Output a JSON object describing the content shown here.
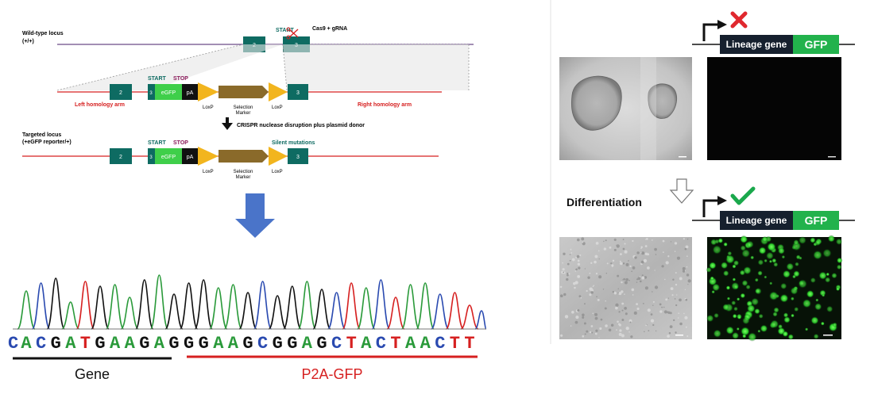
{
  "colors": {
    "exon": "#0e6b62",
    "egfp": "#3fcf4a",
    "pa": "#111111",
    "loxp": "#f2b51e",
    "selection": "#8a6a2a",
    "wt_line": "#6b4b88",
    "arm_line": "#d62020",
    "arm_text": "#d62020",
    "stop_text": "#8a1a5a",
    "start_text": "#0e6b62",
    "blue_arrow": "#4a74c9",
    "gfp_box": "#22b24c",
    "lineage_box": "#16202e",
    "red_x": "#e0282e",
    "green_check": "#1aa84c",
    "base_A": "#2a9a3a",
    "base_C": "#2a4ab0",
    "base_G": "#111111",
    "base_T": "#d62020"
  },
  "top_diagram": {
    "wt_locus_label": "Wild-type locus",
    "wt_locus_genotype": "(+/+)",
    "exon_2": "2",
    "exon_3": "3",
    "start": "START",
    "stop": "STOP",
    "cas9_label": "Cas9 + gRNA",
    "egfp": "eGFP",
    "pa": "pA",
    "loxp": "LoxP",
    "selection_marker_1": "Selection",
    "selection_marker_2": "Marker",
    "left_arm": "Left homology arm",
    "right_arm": "Right homology arm",
    "crispr_note": "CRISPR nuclease disruption plus plasmid donor",
    "targeted_locus_label": "Targeted locus",
    "targeted_locus_genotype": "(+eGFP reporter/+)",
    "silent_mutations": "Silent mutations"
  },
  "sequence": {
    "bases": "ACGATGAAGAGGGAAGCGGAGCTACTAACTT",
    "leading_partial": "C",
    "gene_label": "Gene",
    "p2a_label": "P2A-GFP"
  },
  "right_panel": {
    "lineage_gene": "Lineage gene",
    "gfp": "GFP",
    "differentiation": "Differentiation",
    "off_state_icon": "red-x-icon",
    "on_state_icon": "green-check-icon"
  }
}
